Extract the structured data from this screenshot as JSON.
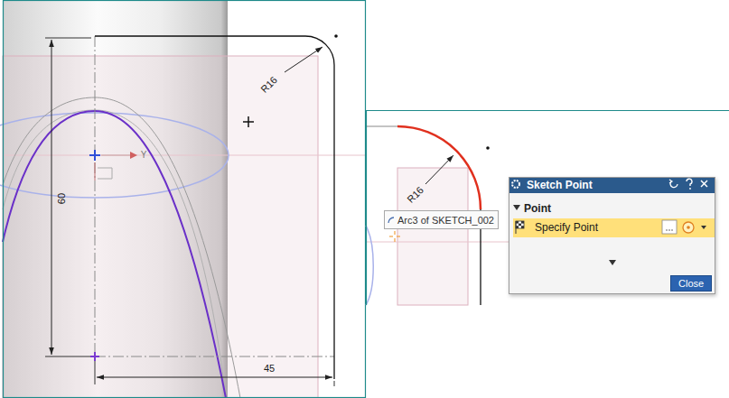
{
  "diagram": {
    "nodes": [
      {
        "text": [
          "Sketch Point",
          "Point"
        ]
      },
      {
        "text": [
          "Specify Point"
        ],
        "in": 0
      },
      {
        "text": [
          "Close"
        ],
        "in": 0
      },
      {
        "text": [
          "Arc3 of SKETCH_002"
        ]
      }
    ],
    "labels": [
      "R16",
      "Y",
      "60",
      "45",
      "R16"
    ]
  }
}
